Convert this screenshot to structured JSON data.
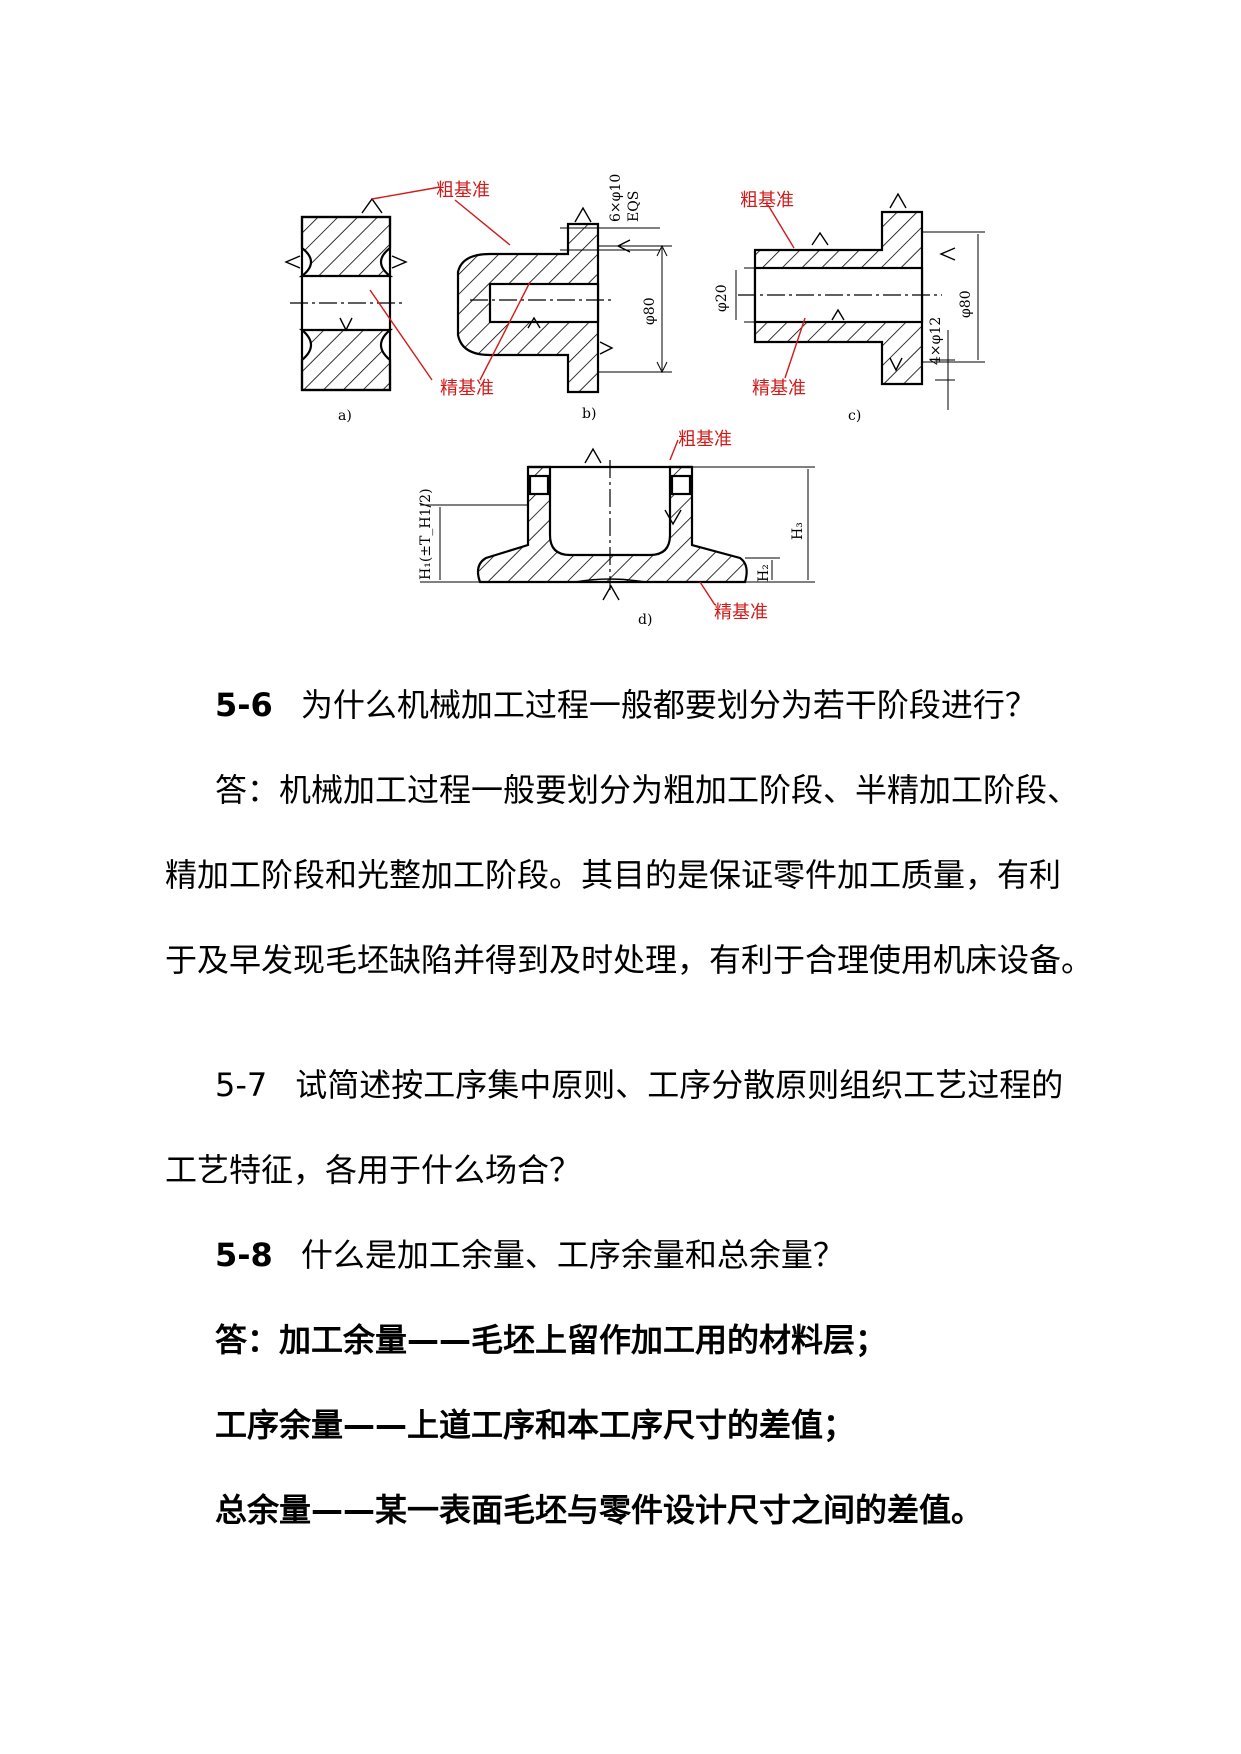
{
  "figure": {
    "labels": {
      "rough_a": "粗基准",
      "fine_a": "精基准",
      "rough_c": "粗基准",
      "fine_c": "精基准",
      "rough_d": "粗基准",
      "fine_d": "精基准"
    },
    "captions": {
      "a": "a)",
      "b": "b)",
      "c": "c)",
      "d": "d)"
    },
    "dims": {
      "b_holes": "6×φ10",
      "b_eqs": "EQS",
      "b_dia": "φ80",
      "c_bore": "φ20",
      "c_dia": "φ80",
      "c_holes": "4×φ12",
      "d_h1": "H₁(±T_H1/2)",
      "d_h2": "H₂",
      "d_h3": "H₃"
    }
  },
  "text": {
    "q56_num": "5-6",
    "q56": "为什么机械加工过程一般都要划分为若干阶段进行？",
    "a56_l1": "答：机械加工过程一般要划分为粗加工阶段、半精加工阶段、",
    "a56_l2": "精加工阶段和光整加工阶段。其目的是保证零件加工质量，有利",
    "a56_l3": "于及早发现毛坯缺陷并得到及时处理，有利于合理使用机床设备。",
    "q57_num": "5-7",
    "q57_l1": "试简述按工序集中原则、工序分散原则组织工艺过程的",
    "q57_l2": "工艺特征，各用于什么场合？",
    "q58_num": "5-8",
    "q58": "什么是加工余量、工序余量和总余量？",
    "a58_l1": "答：加工余量——毛坯上留作加工用的材料层；",
    "a58_l2": "工序余量——上道工序和本工序尺寸的差值；",
    "a58_l3": "总余量——某一表面毛坯与零件设计尺寸之间的差值。"
  }
}
